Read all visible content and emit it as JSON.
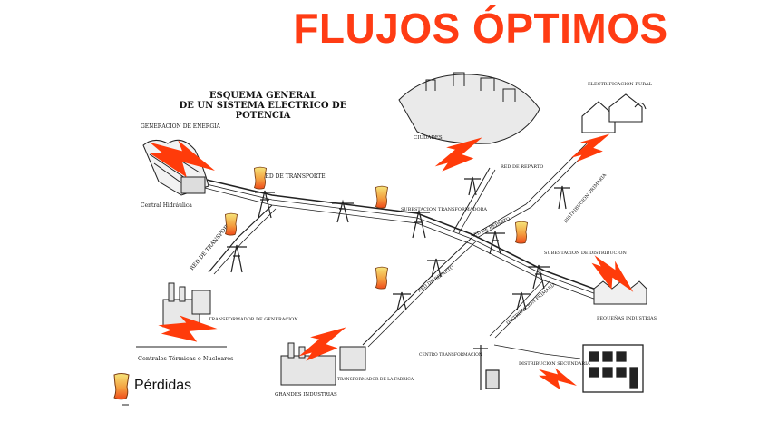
{
  "title": "FLUJOS ÓPTIMOS",
  "scheme": {
    "title_line1": "ESQUEMA GENERAL",
    "title_line2": "DE UN SISTEMA ELECTRICO DE",
    "title_line3": "POTENCIA"
  },
  "labels": {
    "generacion": "GENERACION DE ENERGIA",
    "central_hidraulica": "Central Hidráulica",
    "centrales_termicas": "Centrales Térmicas o Nucleares",
    "transformador_generacion": "TRANSFORMADOR DE GENERACION",
    "red_transporte_top": "RED DE TRANSPORTE",
    "red_transporte_left": "RED DE TRANSPORTE",
    "subestacion_transformadora": "SUBESTACION TRANSFORMADORA",
    "red_reparto_mid": "RED DE REPARTO",
    "red_reparto_top": "RED DE REPARTO",
    "red_reparto_bottom": "RED DE REPARTO",
    "ciudades": "CIUDADES",
    "electrificacion_rural": "ELECTRIFICACION RURAL",
    "distribucion_primaria_1": "DISTRIBUCION PRIMARIA",
    "distribucion_primaria_2": "DISTRIBUCION PRIMARIA",
    "subestacion_distribucion": "SUBESTACION DE DISTRIBUCION",
    "pequenas_industrias": "PEQUEÑAS INDUSTRIAS",
    "centro_transformacion": "CENTRO TRANSFORMACION",
    "distribucion_secundaria": "DISTRIBUCION SECUNDARIA",
    "grandes_industrias": "GRANDES INDUSTRIAS",
    "transformador_fabrica": "TRANSFORMADOR DE LA FABRICA"
  },
  "legend": {
    "label": "Pérdidas"
  },
  "colors": {
    "title": "#ff3c14",
    "flow_arrow": "#ff3b0a",
    "loss_top": "#f6e57a",
    "loss_bottom": "#ef4a1a"
  }
}
